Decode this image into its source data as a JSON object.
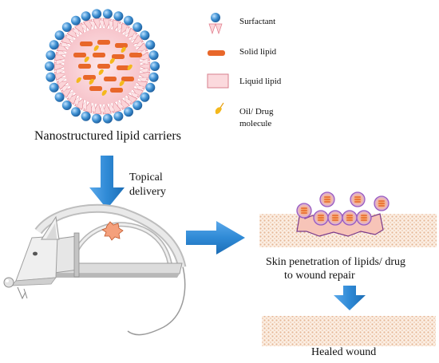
{
  "legend": {
    "surfactant": "Surfactant",
    "solid_lipid": "Solid lipid",
    "liquid_lipid": "Liquid lipid",
    "oil_drug_line1": "Oil/ Drug",
    "oil_drug_line2": "molecule"
  },
  "nlc_caption": "Nanostructured lipid carriers",
  "topical_line1": "Topical",
  "topical_line2": "delivery",
  "skin_line1": "Skin penetration of lipids/ drug",
  "skin_line2": "to wound repair",
  "healed": "Healed wound",
  "colors": {
    "surfactant_head": "#3d8fd1",
    "solid_lipid": "#e8672a",
    "liquid_lipid": "#f6b8bf",
    "drug": "#f4b81c",
    "arrow": "#2f8ad6",
    "skin": "#f3d9c4",
    "wound": "#f4a07c"
  }
}
